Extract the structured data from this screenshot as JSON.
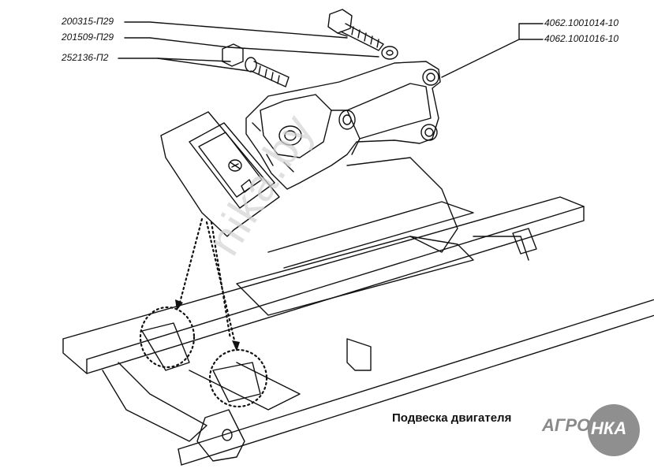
{
  "labels": {
    "bolt_long": "200315-П29",
    "bolt_short": "201509-П29",
    "washer": "252136-П2",
    "bracket_left": "4062.1001014-10",
    "bracket_right": "4062.1001016-10"
  },
  "caption": "Подвеска двигателя",
  "watermark": "nika.by",
  "logo": {
    "left_text": "АГРО",
    "circle_text": "НКА"
  },
  "colors": {
    "line": "#111111",
    "watermark": "#d4d4d4",
    "logo_gray": "#8f8f8f"
  }
}
